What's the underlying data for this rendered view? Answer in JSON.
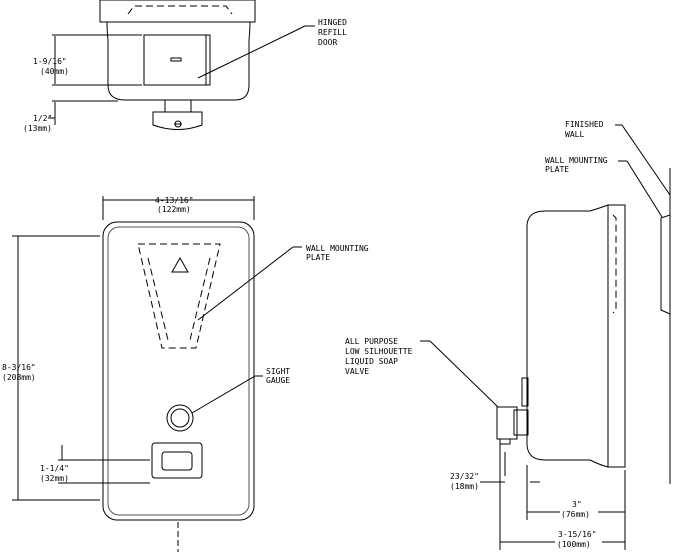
{
  "top_view": {
    "callout": [
      "HINGED",
      "REFILL",
      "DOOR"
    ],
    "dim_door": [
      "1-9/16\"",
      "(40mm)"
    ],
    "dim_valve": [
      "1/2\"",
      "(13mm)"
    ]
  },
  "front_view": {
    "dim_width": [
      "4-13/16\"",
      "(122mm)"
    ],
    "dim_height": [
      "8-3/16\"",
      "(208mm)"
    ],
    "callout_plate": [
      "WALL MOUNTING",
      "PLATE"
    ],
    "callout_gauge": [
      "SIGHT",
      "GAUGE"
    ],
    "dim_valve": [
      "1-1/4\"",
      "(32mm)"
    ]
  },
  "side_view": {
    "callout_wall": [
      "FINISHED",
      "WALL"
    ],
    "callout_plate": [
      "WALL MOUNTING",
      "PLATE"
    ],
    "callout_valve": [
      "ALL PURPOSE",
      "LOW SILHOUETTE",
      "LIQUID SOAP",
      "VALVE"
    ],
    "dim_valve": [
      "23/32\"",
      "(18mm)"
    ],
    "dim_body": [
      "3\"",
      "(76mm)"
    ],
    "dim_total": [
      "3-15/16\"",
      "(100mm)"
    ]
  }
}
